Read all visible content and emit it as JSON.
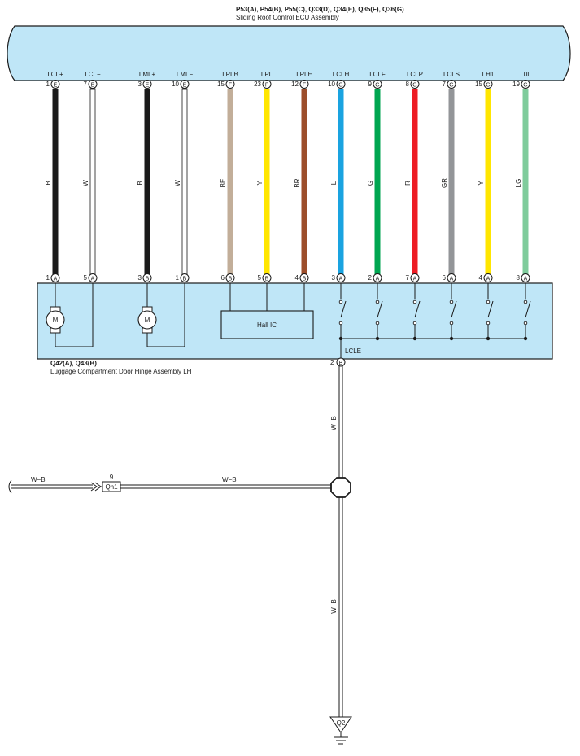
{
  "ecu": {
    "codes": "P53(A), P54(B), P55(C), Q33(D), Q34(E), Q35(F), Q36(G)",
    "name": "Sliding Roof Control ECU Assembly"
  },
  "hinge": {
    "codes": "Q42(A), Q43(B)",
    "name": "Luggage Compartment Door Hinge Assembly LH",
    "ic_label": "Hall IC",
    "motor_symbol": "M",
    "ground_signal": "LCLE",
    "ground_pin": "2",
    "ground_connector": "B"
  },
  "wires": [
    {
      "id": "lclp_pos",
      "top_pin": "1",
      "top_conn": "E",
      "signal": "LCL+",
      "color": "B",
      "hex": "#1a1a1a",
      "bot_pin": "1",
      "bot_conn": "A",
      "bot_signal": "LCL+"
    },
    {
      "id": "lcl_neg",
      "top_pin": "7",
      "top_conn": "E",
      "signal": "LCL−",
      "color": "W",
      "hex": "#ffffff",
      "bot_pin": "5",
      "bot_conn": "A",
      "bot_signal": "LCL−"
    },
    {
      "id": "lml_pos",
      "top_pin": "3",
      "top_conn": "E",
      "signal": "LML+",
      "color": "B",
      "hex": "#1a1a1a",
      "bot_pin": "3",
      "bot_conn": "B",
      "bot_signal": "LML+"
    },
    {
      "id": "lml_neg",
      "top_pin": "10",
      "top_conn": "E",
      "signal": "LML−",
      "color": "W",
      "hex": "#ffffff",
      "bot_pin": "1",
      "bot_conn": "B",
      "bot_signal": "LML−"
    },
    {
      "id": "lplb",
      "top_pin": "15",
      "top_conn": "F",
      "signal": "LPLB",
      "color": "BE",
      "hex": "#c2ae99",
      "bot_pin": "6",
      "bot_conn": "B",
      "bot_signal": "LPLB"
    },
    {
      "id": "lpl",
      "top_pin": "23",
      "top_conn": "F",
      "signal": "LPL",
      "color": "Y",
      "hex": "#ffe600",
      "bot_pin": "5",
      "bot_conn": "B",
      "bot_signal": "LPL"
    },
    {
      "id": "lple",
      "top_pin": "12",
      "top_conn": "F",
      "signal": "LPLE",
      "color": "BR",
      "hex": "#9c4e2b",
      "bot_pin": "4",
      "bot_conn": "B",
      "bot_signal": "LPLE"
    },
    {
      "id": "lclh",
      "top_pin": "10",
      "top_conn": "G",
      "signal": "LCLH",
      "color": "L",
      "hex": "#1aa3e0",
      "bot_pin": "3",
      "bot_conn": "A",
      "bot_signal": "LCLH"
    },
    {
      "id": "lclf",
      "top_pin": "9",
      "top_conn": "G",
      "signal": "LCLF",
      "color": "G",
      "hex": "#00a651",
      "bot_pin": "2",
      "bot_conn": "A",
      "bot_signal": "LCLF"
    },
    {
      "id": "lclp",
      "top_pin": "8",
      "top_conn": "G",
      "signal": "LCLP",
      "color": "R",
      "hex": "#ed1c24",
      "bot_pin": "7",
      "bot_conn": "A",
      "bot_signal": "LCLP"
    },
    {
      "id": "lcls",
      "top_pin": "7",
      "top_conn": "G",
      "signal": "LCLS",
      "color": "GR",
      "hex": "#939598",
      "bot_pin": "6",
      "bot_conn": "A",
      "bot_signal": "LCLS"
    },
    {
      "id": "lh1",
      "top_pin": "15",
      "top_conn": "G",
      "signal": "LH1",
      "color": "Y",
      "hex": "#ffe600",
      "bot_pin": "4",
      "bot_conn": "A",
      "bot_signal": "LH1"
    },
    {
      "id": "l0l",
      "top_pin": "19",
      "top_conn": "G",
      "signal": "L0L",
      "color": "LG",
      "hex": "#7fcc9c",
      "bot_pin": "8",
      "bot_conn": "A",
      "bot_signal": "L0L"
    }
  ],
  "ground_path": {
    "upper_color": "W−B",
    "lower_color": "W−B",
    "branch_color": "W−B",
    "left_color": "W−B",
    "junction_pin": "9",
    "junction_name": "Qh1",
    "ground_point": "Q2"
  },
  "colors": {
    "box_fill": "#bfe6f7",
    "outline": "#1a1a1a"
  }
}
